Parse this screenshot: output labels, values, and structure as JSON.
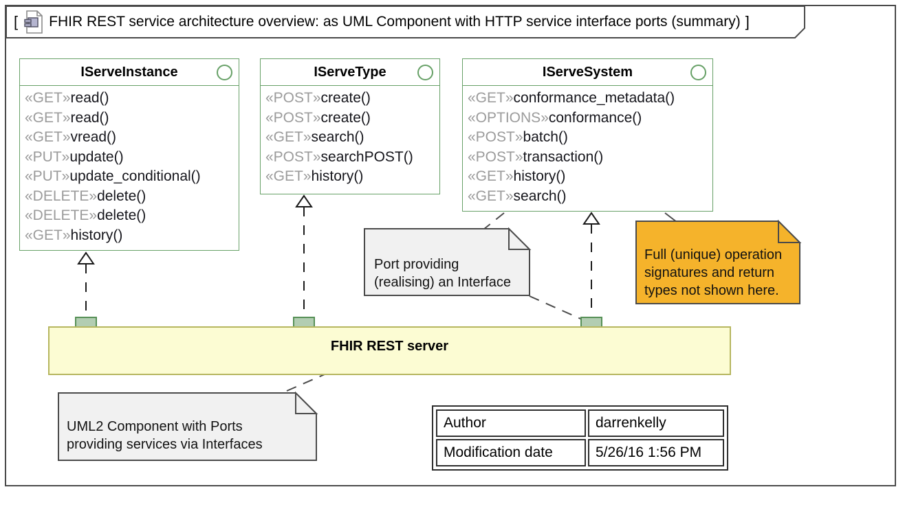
{
  "diagram": {
    "bracket_left": "[",
    "bracket_right": "]",
    "title": "FHIR REST service architecture overview: as UML Component with HTTP service interface ports (summary)"
  },
  "interfaces": [
    {
      "name": "IServeInstance",
      "methods": [
        {
          "stereotype": "«GET»",
          "name": "read()"
        },
        {
          "stereotype": "«GET»",
          "name": "read()"
        },
        {
          "stereotype": "«GET»",
          "name": "vread()"
        },
        {
          "stereotype": "«PUT»",
          "name": "update()"
        },
        {
          "stereotype": "«PUT»",
          "name": "update_conditional()"
        },
        {
          "stereotype": "«DELETE»",
          "name": "delete()"
        },
        {
          "stereotype": "«DELETE»",
          "name": "delete()"
        },
        {
          "stereotype": "«GET»",
          "name": "history()"
        }
      ]
    },
    {
      "name": "IServeType",
      "methods": [
        {
          "stereotype": "«POST»",
          "name": "create()"
        },
        {
          "stereotype": "«POST»",
          "name": "create()"
        },
        {
          "stereotype": "«GET»",
          "name": "search()"
        },
        {
          "stereotype": "«POST»",
          "name": "searchPOST()"
        },
        {
          "stereotype": "«GET»",
          "name": "history()"
        }
      ]
    },
    {
      "name": "IServeSystem",
      "methods": [
        {
          "stereotype": "«GET»",
          "name": "conformance_metadata()"
        },
        {
          "stereotype": "«OPTIONS»",
          "name": "conformance()"
        },
        {
          "stereotype": "«POST»",
          "name": "batch()"
        },
        {
          "stereotype": "«POST»",
          "name": "transaction()"
        },
        {
          "stereotype": "«GET»",
          "name": "history()"
        },
        {
          "stereotype": "«GET»",
          "name": "search()"
        }
      ]
    }
  ],
  "component": {
    "name": "FHIR REST server"
  },
  "notes": {
    "port_note": {
      "lines": [
        "Port providing",
        "(realising) an Interface"
      ]
    },
    "signature_note": {
      "lines": [
        "Full (unique) operation",
        "signatures and return",
        "types not shown here."
      ]
    },
    "component_note": {
      "lines": [
        "UML2 Component with Ports",
        "providing services via Interfaces"
      ]
    }
  },
  "properties_table": {
    "rows": [
      {
        "key": "Author",
        "value": "darrenkelly"
      },
      {
        "key": "Modification date",
        "value": "5/26/16 1:56 PM"
      }
    ]
  },
  "colors": {
    "interface_border": "#66a066",
    "component_fill": "#fcfcd3",
    "component_border": "#b6b65f",
    "port_fill": "#b2cdb2",
    "port_border": "#569056",
    "note_gray_fill": "#f1f1f1",
    "note_orange_fill": "#f5b32b",
    "outline_dark": "#4a4a4a",
    "stereotype_gray": "#9b9b9b"
  }
}
